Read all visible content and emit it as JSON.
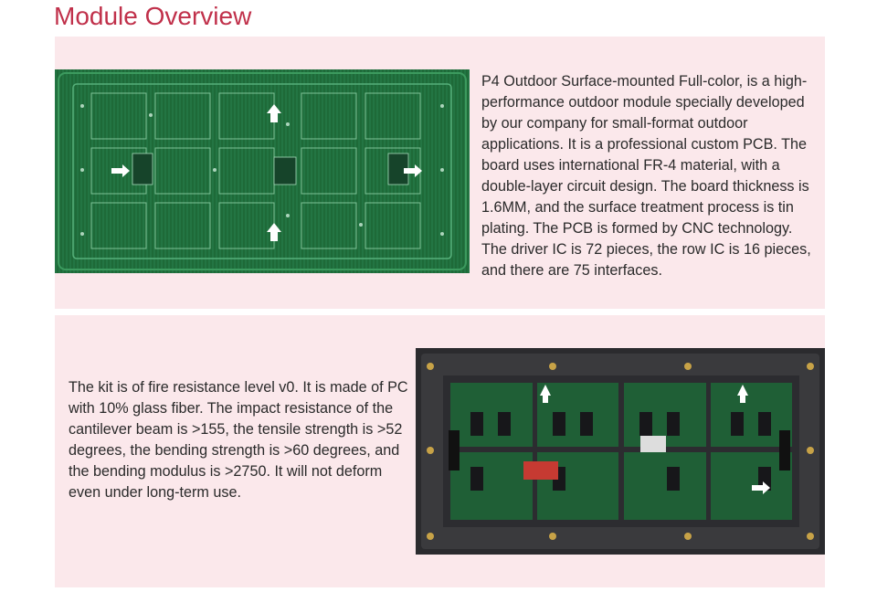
{
  "title": "Module Overview",
  "section1": {
    "text": "P4 Outdoor Surface-mounted Full-color, is a high-performance outdoor module specially developed by our company for small-format outdoor applications. It is a professional custom PCB. The board uses international FR-4 material, with a double-layer circuit design. The board thickness is 1.6MM, and the surface treatment process is tin plating. The PCB is formed by CNC technology. The driver IC is 72 pieces, the row IC is 16 pieces, and there are 75 interfaces."
  },
  "section2": {
    "text": "The kit is of fire resistance level v0. It is made of PC with 10% glass fiber. The impact resistance of the cantilever beam is >155, the tensile strength is >52 degrees, the bending strength is >60 degrees, and the bending modulus is >2750. It will not deform even under long-term use."
  },
  "colors": {
    "title": "#c0304a",
    "panel_bg": "#fbe8eb",
    "pcb_green": "#1f6b3a",
    "kit_dark": "#2a2a2c"
  }
}
